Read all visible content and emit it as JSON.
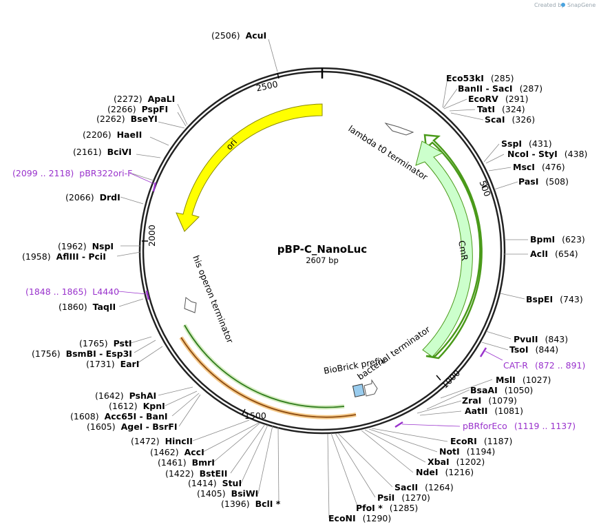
{
  "credit": {
    "prefix": "Created by",
    "app": "SnapGene"
  },
  "plasmid": {
    "name": "pBP-C_NanoLuc",
    "length": 2607,
    "size_label": "2607 bp"
  },
  "ticks": [
    "500",
    "1000",
    "1500",
    "2000",
    "2500"
  ],
  "colors": {
    "ori": "#ffff00",
    "cmr": "#ccffcc",
    "cmr_line": "#4a9a1a",
    "his_term_line": "#2d7a1a",
    "bottom_arc": "#f5c98a",
    "primer": "#9932cc",
    "biobrick": "#99ccee"
  },
  "features": [
    {
      "label": "ori",
      "type": "arrow",
      "color": "yellow"
    },
    {
      "label": "CmR",
      "type": "arrow",
      "color": "light-green"
    },
    {
      "label": "lambda t0 terminator",
      "type": "terminator"
    },
    {
      "label": "his operon terminator",
      "type": "terminator"
    },
    {
      "label": "bacterial terminator",
      "type": "terminator"
    },
    {
      "label": "BioBrick prefix",
      "type": "misc"
    }
  ],
  "sites": [
    {
      "name": "AcuI",
      "pos": "(2506)",
      "side": "right"
    },
    {
      "name": "ApaLI",
      "pos": "(2272)",
      "side": "right"
    },
    {
      "name": "PspFI",
      "pos": "(2266)",
      "side": "right"
    },
    {
      "name": "BseYI",
      "pos": "(2262)",
      "side": "right"
    },
    {
      "name": "HaeII",
      "pos": "(2206)",
      "side": "right"
    },
    {
      "name": "BciVI",
      "pos": "(2161)",
      "side": "right"
    },
    {
      "name": "DrdI",
      "pos": "(2066)",
      "side": "right"
    },
    {
      "name": "NspI",
      "pos": "(1962)",
      "side": "right"
    },
    {
      "name": "AflIII  - PciI",
      "pos": "(1958)",
      "side": "right"
    },
    {
      "name": "TaqII",
      "pos": "(1860)",
      "side": "right"
    },
    {
      "name": "PstI",
      "pos": "(1765)",
      "side": "right"
    },
    {
      "name": "BsmBI  - Esp3I",
      "pos": "(1756)",
      "side": "right"
    },
    {
      "name": "EarI",
      "pos": "(1731)",
      "side": "right"
    },
    {
      "name": "PshAI",
      "pos": "(1642)",
      "side": "right"
    },
    {
      "name": "KpnI",
      "pos": "(1612)",
      "side": "right"
    },
    {
      "name": "Acc65I  - BanI",
      "pos": "(1608)",
      "side": "right"
    },
    {
      "name": "AgeI  - BsrFI",
      "pos": "(1605)",
      "side": "right"
    },
    {
      "name": "HincII",
      "pos": "(1472)",
      "side": "right"
    },
    {
      "name": "AccI",
      "pos": "(1462)",
      "side": "right"
    },
    {
      "name": "BmrI",
      "pos": "(1461)",
      "side": "right"
    },
    {
      "name": "BstEII",
      "pos": "(1422)",
      "side": "right"
    },
    {
      "name": "StuI",
      "pos": "(1414)",
      "side": "right"
    },
    {
      "name": "BsiWI",
      "pos": "(1405)",
      "side": "right"
    },
    {
      "name": "BclI *",
      "pos": "(1396)",
      "side": "right"
    },
    {
      "name": "EcoNI",
      "pos": "(1290)",
      "side": "left"
    },
    {
      "name": "PfoI *",
      "pos": "(1285)",
      "side": "left"
    },
    {
      "name": "PsiI",
      "pos": "(1270)",
      "side": "left"
    },
    {
      "name": "SacII",
      "pos": "(1264)",
      "side": "left"
    },
    {
      "name": "NdeI",
      "pos": "(1216)",
      "side": "left"
    },
    {
      "name": "XbaI",
      "pos": "(1202)",
      "side": "left"
    },
    {
      "name": "NotI",
      "pos": "(1194)",
      "side": "left"
    },
    {
      "name": "EcoRI",
      "pos": "(1187)",
      "side": "left"
    },
    {
      "name": "AatII",
      "pos": "(1081)",
      "side": "left"
    },
    {
      "name": "ZraI",
      "pos": "(1079)",
      "side": "left"
    },
    {
      "name": "BsaAI",
      "pos": "(1050)",
      "side": "left"
    },
    {
      "name": "MslI",
      "pos": "(1027)",
      "side": "left"
    },
    {
      "name": "TsoI",
      "pos": "(844)",
      "side": "left"
    },
    {
      "name": "PvuII",
      "pos": "(843)",
      "side": "left"
    },
    {
      "name": "BspEI",
      "pos": "(743)",
      "side": "left"
    },
    {
      "name": "AclI",
      "pos": "(654)",
      "side": "left"
    },
    {
      "name": "BpmI",
      "pos": "(623)",
      "side": "left"
    },
    {
      "name": "PasI",
      "pos": "(508)",
      "side": "left"
    },
    {
      "name": "MscI",
      "pos": "(476)",
      "side": "left"
    },
    {
      "name": "NcoI  - StyI",
      "pos": "(438)",
      "side": "left"
    },
    {
      "name": "SspI",
      "pos": "(431)",
      "side": "left"
    },
    {
      "name": "ScaI",
      "pos": "(326)",
      "side": "left"
    },
    {
      "name": "TatI",
      "pos": "(324)",
      "side": "left"
    },
    {
      "name": "EcoRV",
      "pos": "(291)",
      "side": "left"
    },
    {
      "name": "BanII  - SacI",
      "pos": "(287)",
      "side": "left"
    },
    {
      "name": "Eco53kI",
      "pos": "(285)",
      "side": "left"
    }
  ],
  "primers": [
    {
      "name": "pBR322ori-F",
      "range": "(2099 .. 2118)",
      "side": "right"
    },
    {
      "name": "L4440",
      "range": "(1848 .. 1865)",
      "side": "right"
    },
    {
      "name": "CAT-R",
      "range": "(872 .. 891)",
      "side": "left"
    },
    {
      "name": "pBRforEco",
      "range": "(1119 .. 1137)",
      "side": "left"
    }
  ]
}
